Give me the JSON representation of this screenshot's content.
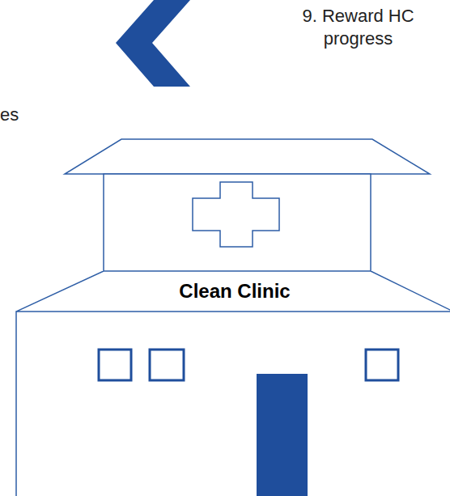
{
  "diagram": {
    "nodes": [
      {
        "text": [
          "Clean Clinic"
        ]
      }
    ],
    "labels": [
      "9. Reward HC progress",
      "es"
    ]
  }
}
